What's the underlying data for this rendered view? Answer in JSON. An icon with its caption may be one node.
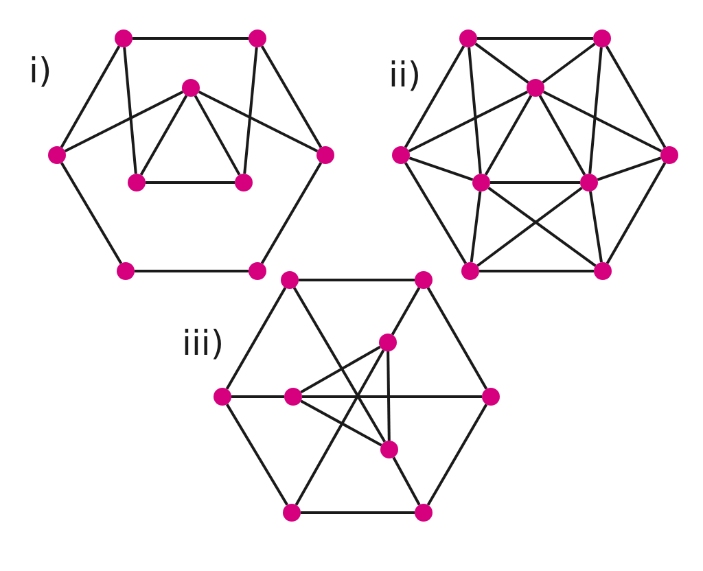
{
  "diagram": {
    "nodes": [
      {
        "text": [],
        "shape": "circle"
      },
      {
        "text": [],
        "shape": "circle"
      },
      {
        "text": [],
        "shape": "circle"
      },
      {
        "text": [],
        "shape": "circle"
      },
      {
        "text": [],
        "shape": "circle"
      },
      {
        "text": [],
        "shape": "circle"
      },
      {
        "text": [],
        "shape": "circle"
      },
      {
        "text": [],
        "shape": "circle"
      },
      {
        "text": [],
        "shape": "circle"
      },
      {
        "text": [],
        "shape": "circle"
      },
      {
        "text": [],
        "shape": "circle"
      },
      {
        "text": [],
        "shape": "circle"
      },
      {
        "text": [],
        "shape": "circle"
      },
      {
        "text": [],
        "shape": "circle"
      },
      {
        "text": [],
        "shape": "circle"
      },
      {
        "text": [],
        "shape": "circle"
      },
      {
        "text": [],
        "shape": "circle"
      },
      {
        "text": [],
        "shape": "circle"
      },
      {
        "text": [],
        "shape": "circle"
      },
      {
        "text": [],
        "shape": "circle"
      },
      {
        "text": [],
        "shape": "circle"
      },
      {
        "text": [],
        "shape": "circle"
      },
      {
        "text": [],
        "shape": "circle"
      },
      {
        "text": [],
        "shape": "circle"
      },
      {
        "text": [],
        "shape": "circle"
      },
      {
        "text": [],
        "shape": "circle"
      },
      {
        "text": [],
        "shape": "circle"
      }
    ],
    "edges": [
      {
        "from": 0,
        "to": 1,
        "arrow": "none"
      },
      {
        "from": 0,
        "to": 3,
        "arrow": "none"
      },
      {
        "from": 0,
        "to": 5,
        "arrow": "none"
      },
      {
        "from": 1,
        "to": 4,
        "arrow": "none"
      },
      {
        "from": 1,
        "to": 6,
        "arrow": "none"
      },
      {
        "from": 2,
        "to": 3,
        "arrow": "none"
      },
      {
        "from": 2,
        "to": 4,
        "arrow": "none"
      },
      {
        "from": 2,
        "to": 5,
        "arrow": "none"
      },
      {
        "from": 2,
        "to": 6,
        "arrow": "none"
      },
      {
        "from": 5,
        "to": 6,
        "arrow": "none"
      },
      {
        "from": 3,
        "to": 7,
        "arrow": "none"
      },
      {
        "from": 4,
        "to": 8,
        "arrow": "none"
      },
      {
        "from": 7,
        "to": 8,
        "arrow": "none"
      },
      {
        "from": 9,
        "to": 10,
        "arrow": "none"
      },
      {
        "from": 9,
        "to": 12,
        "arrow": "none"
      },
      {
        "from": 9,
        "to": 11,
        "arrow": "none"
      },
      {
        "from": 9,
        "to": 14,
        "arrow": "none"
      },
      {
        "from": 10,
        "to": 11,
        "arrow": "none"
      },
      {
        "from": 10,
        "to": 15,
        "arrow": "none"
      },
      {
        "from": 10,
        "to": 13,
        "arrow": "none"
      },
      {
        "from": 11,
        "to": 12,
        "arrow": "none"
      },
      {
        "from": 11,
        "to": 13,
        "arrow": "none"
      },
      {
        "from": 11,
        "to": 14,
        "arrow": "none"
      },
      {
        "from": 11,
        "to": 15,
        "arrow": "none"
      },
      {
        "from": 12,
        "to": 14,
        "arrow": "none"
      },
      {
        "from": 12,
        "to": 16,
        "arrow": "none"
      },
      {
        "from": 13,
        "to": 15,
        "arrow": "none"
      },
      {
        "from": 13,
        "to": 17,
        "arrow": "none"
      },
      {
        "from": 14,
        "to": 15,
        "arrow": "none"
      },
      {
        "from": 14,
        "to": 16,
        "arrow": "none"
      },
      {
        "from": 14,
        "to": 17,
        "arrow": "none"
      },
      {
        "from": 15,
        "to": 16,
        "arrow": "none"
      },
      {
        "from": 15,
        "to": 17,
        "arrow": "none"
      },
      {
        "from": 16,
        "to": 17,
        "arrow": "none"
      },
      {
        "from": 18,
        "to": 19,
        "arrow": "none"
      },
      {
        "from": 18,
        "to": 21,
        "arrow": "none"
      },
      {
        "from": 18,
        "to": 24,
        "arrow": "none"
      },
      {
        "from": 19,
        "to": 20,
        "arrow": "none"
      },
      {
        "from": 19,
        "to": 23,
        "arrow": "none"
      },
      {
        "from": 20,
        "to": 22,
        "arrow": "none"
      },
      {
        "from": 20,
        "to": 25,
        "arrow": "none"
      },
      {
        "from": 20,
        "to": 24,
        "arrow": "none"
      },
      {
        "from": 21,
        "to": 22,
        "arrow": "none"
      },
      {
        "from": 22,
        "to": 23,
        "arrow": "none"
      },
      {
        "from": 22,
        "to": 24,
        "arrow": "none"
      },
      {
        "from": 21,
        "to": 25,
        "arrow": "none"
      },
      {
        "from": 24,
        "to": 26,
        "arrow": "none"
      },
      {
        "from": 23,
        "to": 26,
        "arrow": "none"
      },
      {
        "from": 25,
        "to": 26,
        "arrow": "none"
      }
    ],
    "labels": [
      "i)",
      "ii)",
      "iii)"
    ]
  }
}
